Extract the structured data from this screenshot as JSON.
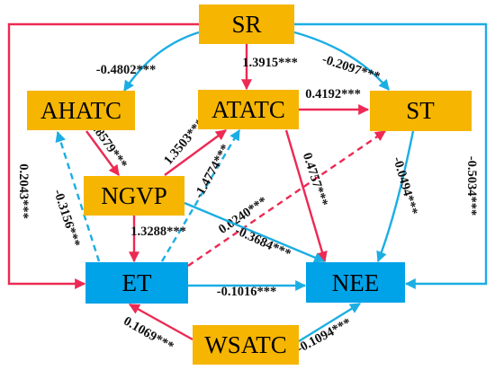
{
  "colors": {
    "orange": "#F6B500",
    "blue": "#00A2E8",
    "red": "#EC2A54",
    "cyan": "#1BAEE3"
  },
  "nodes": {
    "sr": {
      "label": "SR",
      "fill": "#F6B500"
    },
    "ahatc": {
      "label": "AHATC",
      "fill": "#F6B500"
    },
    "atatc": {
      "label": "ATATC",
      "fill": "#F6B500"
    },
    "st": {
      "label": "ST",
      "fill": "#F6B500"
    },
    "ngvp": {
      "label": "NGVP",
      "fill": "#F6B500"
    },
    "et": {
      "label": "ET",
      "fill": "#00A2E8"
    },
    "nee": {
      "label": "NEE",
      "fill": "#00A2E8"
    },
    "wsatc": {
      "label": "WSATC",
      "fill": "#F6B500"
    }
  },
  "edges": {
    "sr_ahatc": {
      "label": "-0.4802***",
      "color": "cyan",
      "style": "solid"
    },
    "sr_atatc": {
      "label": "1.3915***",
      "color": "red",
      "style": "solid"
    },
    "sr_st": {
      "label": "-0.2097***",
      "color": "cyan",
      "style": "solid"
    },
    "sr_et": {
      "label": "0.2043***",
      "color": "red",
      "style": "solid"
    },
    "sr_nee": {
      "label": "-0.5034***",
      "color": "cyan",
      "style": "solid"
    },
    "ahatc_ngvp": {
      "label": "0.8579***",
      "color": "red",
      "style": "solid"
    },
    "ngvp_atatc": {
      "label": "1.3503***",
      "color": "red",
      "style": "solid"
    },
    "atatc_st": {
      "label": "0.4192***",
      "color": "red",
      "style": "solid"
    },
    "et_ahatc": {
      "label": "-0.3156***",
      "color": "cyan",
      "style": "dashed"
    },
    "et_atatc": {
      "label": "-1.4774***",
      "color": "cyan",
      "style": "dashed"
    },
    "et_st": {
      "label": "0.0240***",
      "color": "red",
      "style": "dashed"
    },
    "atatc_nee": {
      "label": "0.4757***",
      "color": "red",
      "style": "solid"
    },
    "st_nee": {
      "label": "-0.0494***",
      "color": "cyan",
      "style": "solid"
    },
    "ngvp_et": {
      "label": "1.3288***",
      "color": "red",
      "style": "solid"
    },
    "ngvp_nee": {
      "label": "-0.3684***",
      "color": "cyan",
      "style": "solid"
    },
    "et_nee": {
      "label": "-0.1016***",
      "color": "cyan",
      "style": "solid"
    },
    "wsatc_et": {
      "label": "0.1069***",
      "color": "red",
      "style": "solid"
    },
    "wsatc_nee": {
      "label": "-0.1094***",
      "color": "cyan",
      "style": "solid"
    }
  }
}
